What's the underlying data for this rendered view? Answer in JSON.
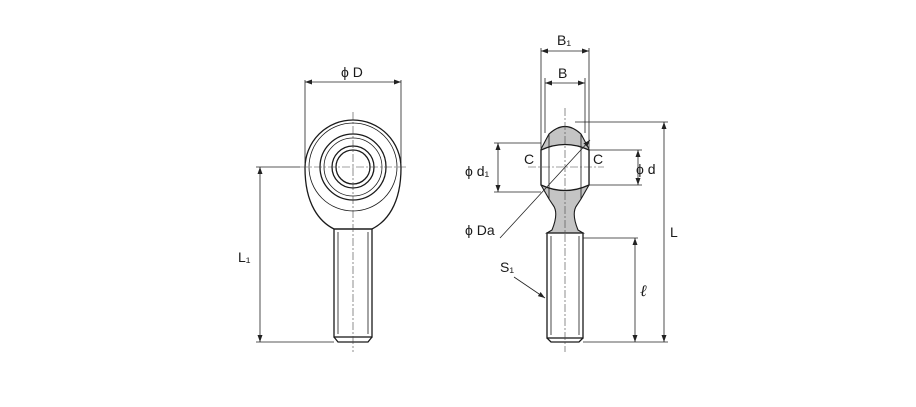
{
  "labels": {
    "phi_D": "ϕ D",
    "L1": "L₁",
    "B1": "B₁",
    "B": "B",
    "phi_d1": "ϕ d₁",
    "C_left": "C",
    "C_right": "C",
    "phi_d": "ϕ d",
    "phi_Da": "ϕ Da",
    "L": "L",
    "S1": "S₁",
    "ell": "ℓ"
  }
}
